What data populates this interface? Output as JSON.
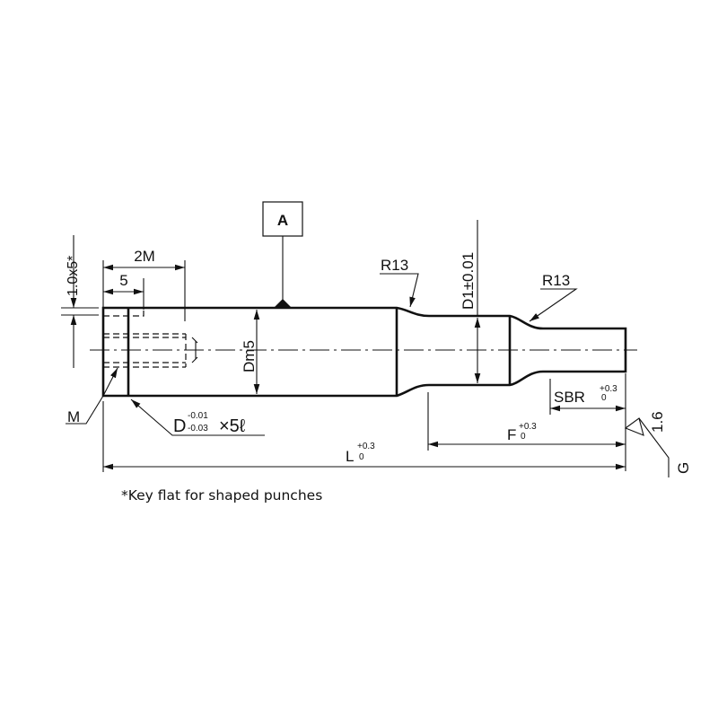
{
  "drawing": {
    "datum_label": "A",
    "chamfer": "1.0x5*",
    "dim_2m": "2M",
    "dim_5": "5",
    "dim_dm5": "Dm5",
    "label_m": "M",
    "dim_d": {
      "base": "D",
      "upper": "-0.01",
      "lower": "-0.03",
      "suffix": "×5ℓ"
    },
    "radius_1": "R13",
    "radius_2": "R13",
    "dim_d1": "D1±0.01",
    "dim_sbr": {
      "base": "SBR",
      "upper": "+0.3",
      "lower": "0"
    },
    "dim_f": {
      "base": "F",
      "upper": "+0.3",
      "lower": "0"
    },
    "dim_l": {
      "base": "L",
      "upper": "+0.3",
      "lower": "0"
    },
    "surface_roughness": "1.6",
    "surface_grade": "G"
  },
  "footnote": "*Key flat for shaped punches"
}
